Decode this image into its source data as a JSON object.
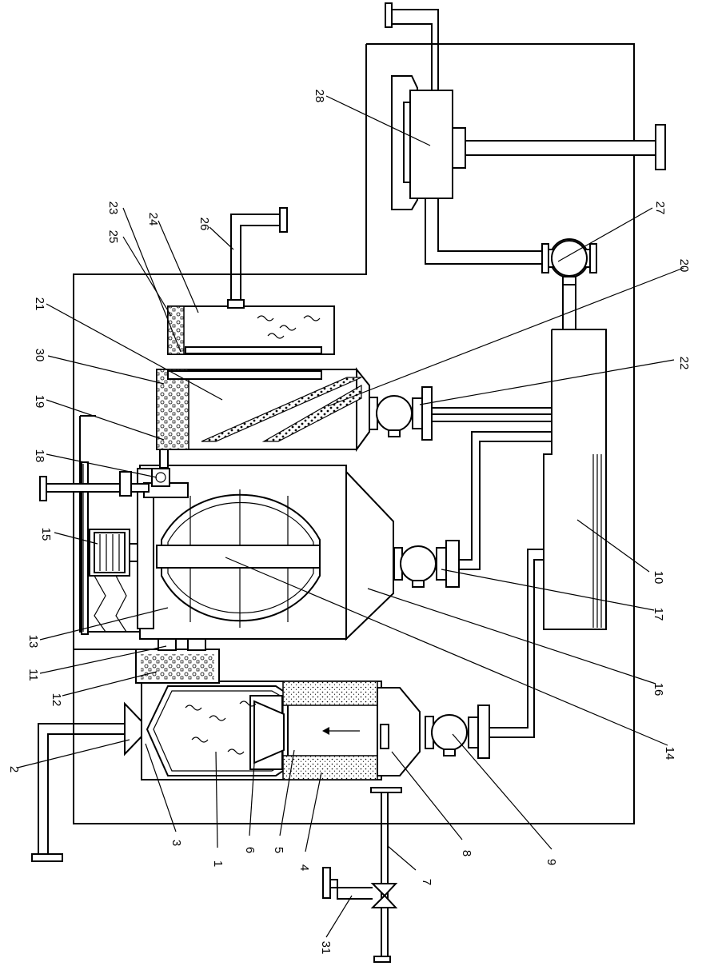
{
  "callouts": [
    {
      "id": "c1",
      "label": "1"
    },
    {
      "id": "c2",
      "label": "2"
    },
    {
      "id": "c3",
      "label": "3"
    },
    {
      "id": "c4",
      "label": "4"
    },
    {
      "id": "c5",
      "label": "5"
    },
    {
      "id": "c6",
      "label": "6"
    },
    {
      "id": "c7",
      "label": "7"
    },
    {
      "id": "c8",
      "label": "8"
    },
    {
      "id": "c9",
      "label": "9"
    },
    {
      "id": "c10",
      "label": "10"
    },
    {
      "id": "c11",
      "label": "11"
    },
    {
      "id": "c12",
      "label": "12"
    },
    {
      "id": "c13",
      "label": "13"
    },
    {
      "id": "c14",
      "label": "14"
    },
    {
      "id": "c15",
      "label": "15"
    },
    {
      "id": "c16",
      "label": "16"
    },
    {
      "id": "c17",
      "label": "17"
    },
    {
      "id": "c18",
      "label": "18"
    },
    {
      "id": "c19",
      "label": "19"
    },
    {
      "id": "c20",
      "label": "20"
    },
    {
      "id": "c21",
      "label": "21"
    },
    {
      "id": "c22",
      "label": "22"
    },
    {
      "id": "c23",
      "label": "23"
    },
    {
      "id": "c24",
      "label": "24"
    },
    {
      "id": "c25",
      "label": "25"
    },
    {
      "id": "c26",
      "label": "26"
    },
    {
      "id": "c27",
      "label": "27"
    },
    {
      "id": "c28",
      "label": "28"
    },
    {
      "id": "c29",
      "label": "30"
    },
    {
      "id": "c30",
      "label": "31"
    }
  ]
}
